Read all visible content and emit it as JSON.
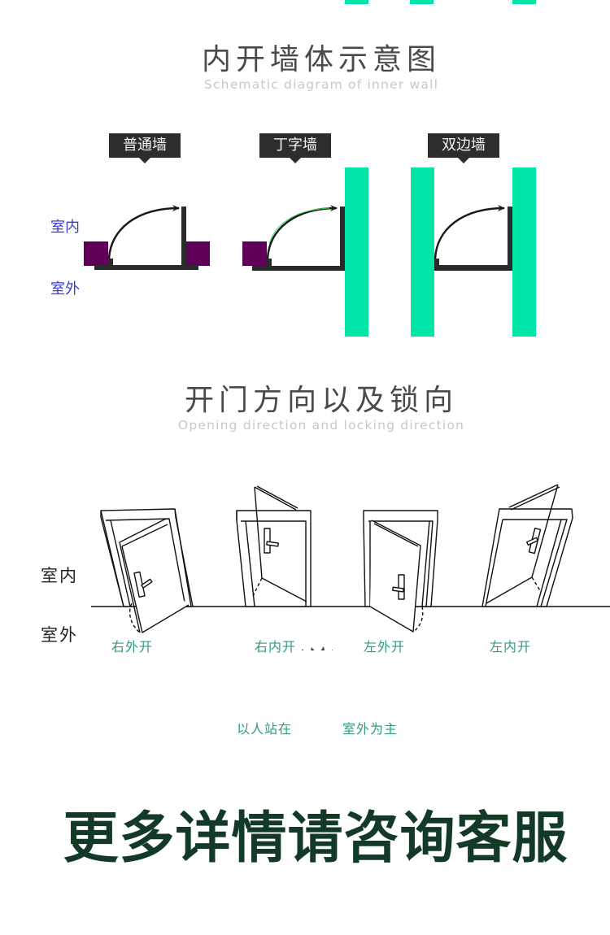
{
  "colors": {
    "wall_green": "#00e5a8",
    "block_purple": "#5e0055",
    "door_frame": "#2a2a2a",
    "tag_bg": "#2d2d2d",
    "label_blue": "#3b3bdb",
    "label_teal": "#2f9a83",
    "cta_green": "#123a27"
  },
  "section1": {
    "title_cn": "内开墙体示意图",
    "title_en": "Schematic diagram of inner wall",
    "side_labels": {
      "indoor": "室内",
      "outdoor": "室外"
    },
    "wall_types": [
      {
        "label": "普通墙"
      },
      {
        "label": "丁字墙"
      },
      {
        "label": "双边墙"
      }
    ]
  },
  "section2": {
    "title_cn": "开门方向以及锁向",
    "title_en": "Opening direction and locking direction",
    "side_labels": {
      "indoor": "室内",
      "outdoor": "室外"
    },
    "doors": [
      {
        "label": "右外开"
      },
      {
        "label": "右内开"
      },
      {
        "label": "左外开"
      },
      {
        "label": "左内开"
      }
    ],
    "viewpoint_note": {
      "left": "以人站在",
      "right": "室外为主"
    }
  },
  "footer": {
    "cta": "更多详情请咨询客服"
  }
}
